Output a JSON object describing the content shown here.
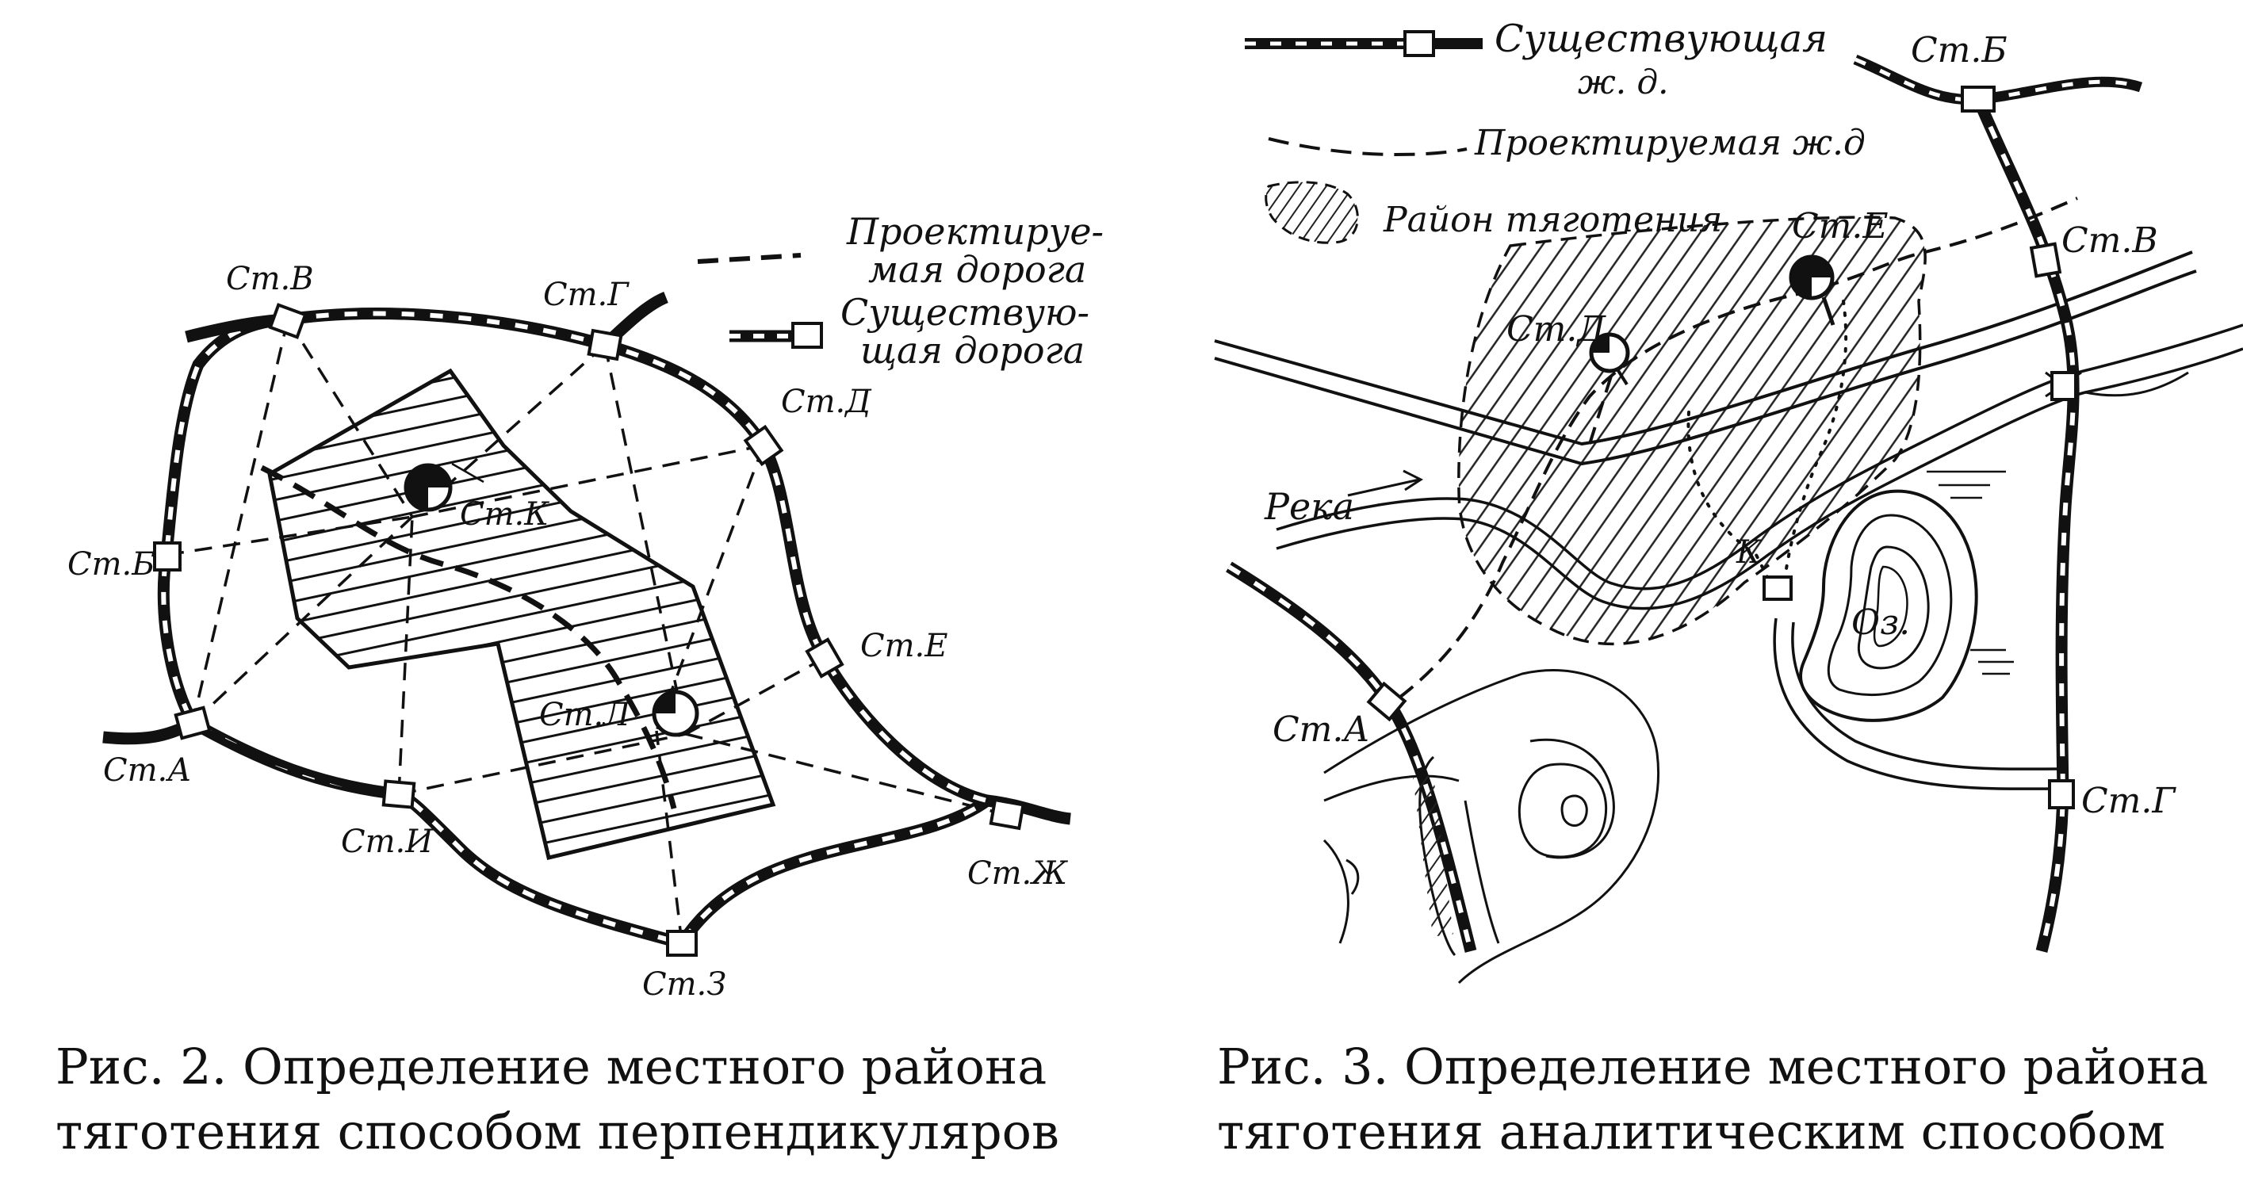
{
  "fig2": {
    "legend": {
      "proj_line1": "Проектируе-",
      "proj_line2": "мая дорога",
      "exist_line1": "Существую-",
      "exist_line2": "щая дорога"
    },
    "stations": {
      "a": "Ст.А",
      "b": "Ст.Б",
      "v": "Ст.В",
      "g": "Ст.Г",
      "d": "Ст.Д",
      "e": "Ст.Е",
      "zh": "Ст.Ж",
      "z": "Ст.З",
      "i": "Ст.И",
      "k": "Ст.К",
      "l": "Ст.Л"
    },
    "caption": {
      "line1": "Рис. 2. Определение местного района",
      "line2": "тяготения способом перпендикуляров"
    }
  },
  "fig3": {
    "legend": {
      "exist_line1": "Существующая",
      "exist_line2": "ж. д.",
      "proj": "Проектируемая ж.д",
      "area": "Район тяготения"
    },
    "stations": {
      "a": "Ст.А",
      "b": "Ст.Б",
      "v": "Ст.В",
      "g": "Ст.Г",
      "d": "Ст.Д",
      "e": "Ст.Е",
      "k": "К"
    },
    "labels": {
      "river": "Река",
      "lake": "Оз."
    },
    "caption": {
      "line1": "Рис. 3. Определение местного района",
      "line2": "тяготения аналитическим способом"
    }
  }
}
